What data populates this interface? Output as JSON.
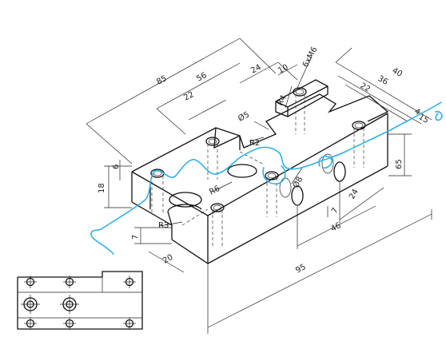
{
  "drawing": {
    "dimensions": {
      "d85": "85",
      "d56": "56",
      "d24_top": "24",
      "d10": "10",
      "d6xM6": "6xM6",
      "d40": "40",
      "d36": "36",
      "d22_right": "22",
      "d22_left": "22",
      "dphi5": "Ø5",
      "dR4": "R4",
      "dR2": "R2",
      "dR6": "R6",
      "dR3": "R3",
      "d6_left": "6",
      "d18": "18",
      "d7_left": "7",
      "d20": "20",
      "d95": "95",
      "d46": "46",
      "d24_bottom": "24",
      "d7_right": "7",
      "dphi8": "Ø8",
      "d65": "65",
      "d4": "4",
      "d15": "15"
    },
    "colors": {
      "annotation_stroke": "#2fb0e8",
      "line": "#111111"
    }
  }
}
